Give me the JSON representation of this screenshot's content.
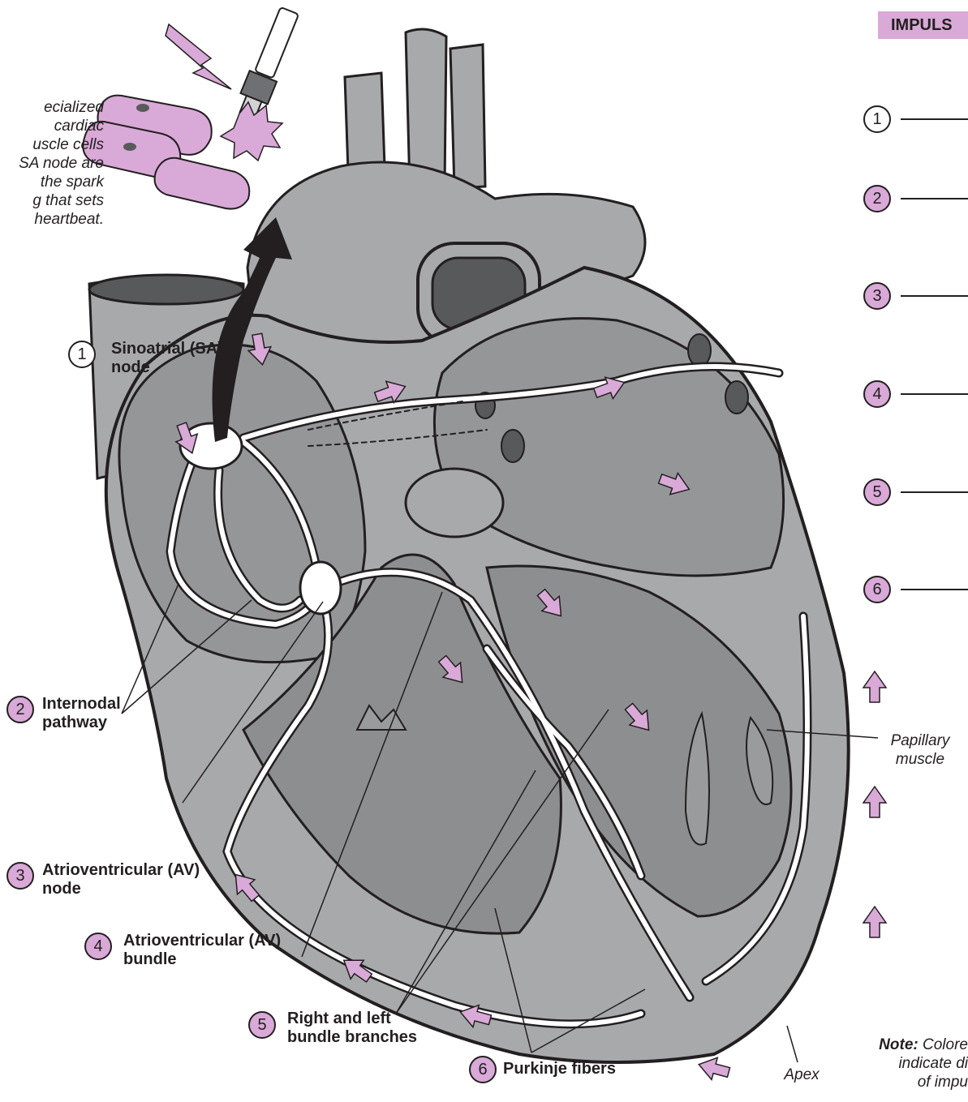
{
  "title_tab": "IMPULS",
  "spark_note": [
    "ecialized",
    "cardiac",
    "uscle cells",
    "SA node are",
    "the spark",
    "g that sets",
    "heartbeat."
  ],
  "labels": {
    "sa_node": [
      "Sinoatrial (SA)",
      "node"
    ],
    "internodal": [
      "Internodal",
      "pathway"
    ],
    "av_node": [
      "Atrioventricular (AV)",
      "node"
    ],
    "av_bundle": [
      "Atrioventricular (AV)",
      "bundle"
    ],
    "bundle_branches": [
      "Right and left",
      "bundle branches"
    ],
    "purkinje": "Purkinje fibers",
    "papillary": [
      "Papillary",
      "muscle"
    ],
    "apex": "Apex"
  },
  "numbers": [
    "1",
    "2",
    "3",
    "4",
    "5",
    "6"
  ],
  "answer_numbers": [
    "1",
    "2",
    "3",
    "4",
    "5",
    "6"
  ],
  "note": {
    "prefix": "Note:",
    "lines": [
      "Colore",
      "indicate di",
      "of impu"
    ]
  },
  "colors": {
    "accent": "#d9a9d7",
    "tissue": "#a8a9ab",
    "tissue_dark": "#6f7073",
    "outline": "#231f20",
    "pathway": "#ffffff"
  }
}
